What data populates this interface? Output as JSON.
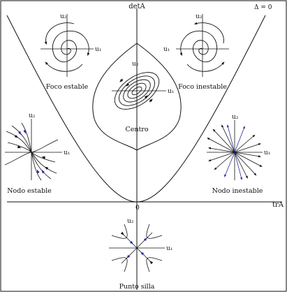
{
  "axes": {
    "vertical_label": "detA",
    "horizontal_label": "trA",
    "origin_label": "0",
    "discriminant_label": "Δ = 0"
  },
  "regions": {
    "stable_focus": {
      "name": "Foco estable",
      "u1": "u₁",
      "u2": "u₂"
    },
    "unstable_focus": {
      "name": "Foco inestable",
      "u1": "u₁",
      "u2": "u₂"
    },
    "center": {
      "name": "Centro",
      "u1": "u₁",
      "u2": "u₂"
    },
    "stable_node": {
      "name": "Nodo estable",
      "u1": "u₁",
      "u2": "u₂"
    },
    "unstable_node": {
      "name": "Nodo inestable",
      "u1": "u₁",
      "u2": "u₂"
    },
    "saddle": {
      "name": "Punto silla",
      "u1": "u₁",
      "u2": "u₂"
    }
  },
  "colors": {
    "ink": "#111111",
    "accent": "#2a2aa0",
    "background": "#ffffff"
  }
}
